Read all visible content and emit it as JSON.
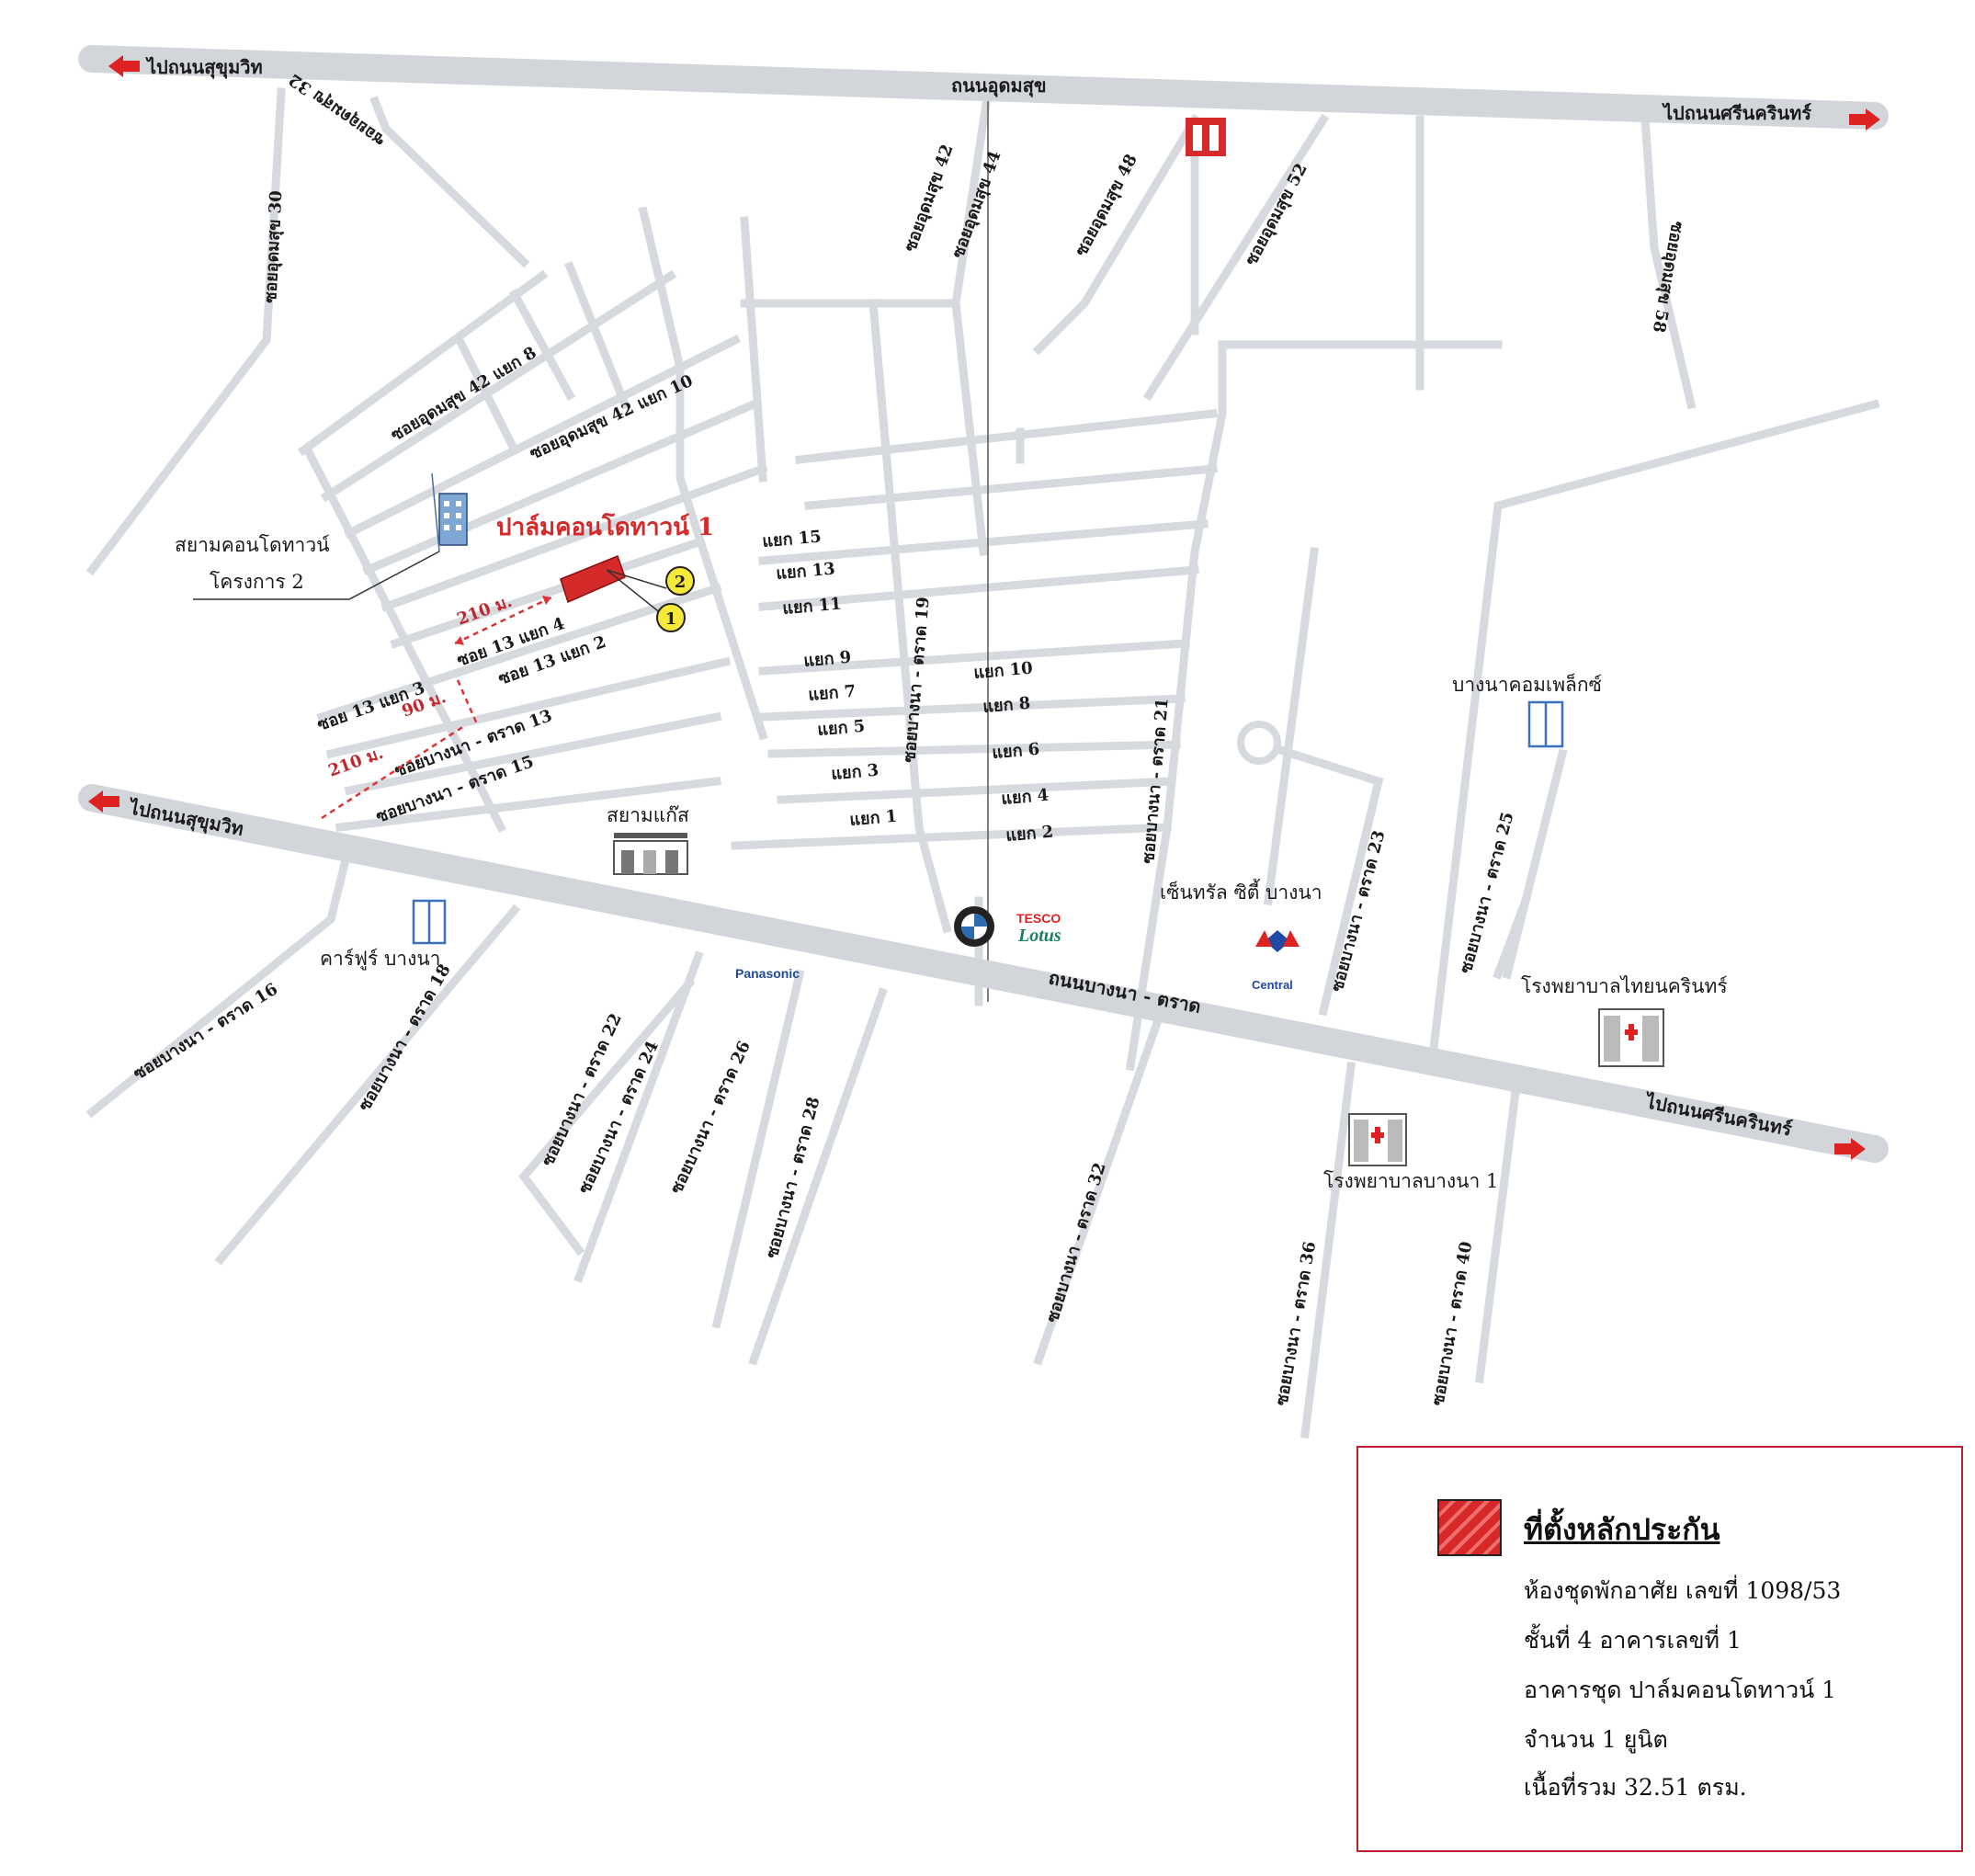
{
  "highways": {
    "top_road_name": "ถนนอุดมสุข",
    "top_left_dir": "ไปถนนสุขุมวิท",
    "top_right_dir": "ไปถนนศรีนครินทร์",
    "main_road_name": "ถนนบางนา - ตราด",
    "main_left_dir": "ไปถนนสุขุมวิท",
    "main_right_dir": "ไปถนนศรีนครินทร์"
  },
  "streets": {
    "udomsuk30": "ซอยอุดมสุข 30",
    "udomsuk32": "ซอยอุดมสุข 32",
    "udomsuk42": "ซอยอุดมสุข 42",
    "udomsuk44": "ซอยอุดมสุข 44",
    "udomsuk48": "ซอยอุดมสุข 48",
    "udomsuk52": "ซอยอุดมสุข 52",
    "udomsuk58": "ซอยอุดมสุข 58",
    "u42_8": "ซอยอุดมสุข 42 แยก 8",
    "u42_10": "ซอยอุดมสุข 42 แยก 10",
    "s13_4": "ซอย 13 แยก 4",
    "s13_2": "ซอย 13 แยก 2",
    "s13_3": "ซอย 13 แยก 3",
    "bt13": "ซอยบางนา - ตราด 13",
    "bt15": "ซอยบางนา - ตราด 15",
    "bt16": "ซอยบางนา - ตราด 16",
    "bt18": "ซอยบางนา - ตราด 18",
    "bt19": "ซอยบางนา - ตราด 19",
    "bt21": "ซอยบางนา - ตราด 21",
    "bt22": "ซอยบางนา - ตราด 22",
    "bt23": "ซอยบางนา - ตราด 23",
    "bt24": "ซอยบางนา - ตราด 24",
    "bt25": "ซอยบางนา - ตราด 25",
    "bt26": "ซอยบางนา - ตราด 26",
    "bt28": "ซอยบางนา - ตราด 28",
    "bt32": "ซอยบางนา - ตราด 32",
    "bt36": "ซอยบางนา - ตราด 36",
    "bt40": "ซอยบางนา - ตราด 40",
    "y15": "แยก 15",
    "y13": "แยก 13",
    "y11": "แยก 11",
    "y9": "แยก 9",
    "y7": "แยก 7",
    "y5": "แยก 5",
    "y3": "แยก 3",
    "y1": "แยก 1",
    "y10": "แยก 10",
    "y8": "แยก 8",
    "y6": "แยก 6",
    "y4": "แยก 4",
    "y2": "แยก 2"
  },
  "distances": {
    "d1": "210 ม.",
    "d2": "90 ม.",
    "d3": "210 ม."
  },
  "landmarks": {
    "property": "ปาล์มคอนโดทาวน์ 1",
    "siam_condo_l1": "สยามคอนโดทาวน์",
    "siam_condo_l2": "โครงการ 2",
    "siam_gas": "สยามแก๊ส",
    "carrefour": "คาร์ฟูร์ บางนา",
    "central": "เซ็นทรัล ซิตี้ บางนา",
    "central_logo": "Central",
    "bangna_complex": "บางนาคอมเพล็กซ์",
    "thai_nakarin": "โรงพยาบาลไทยนครินทร์",
    "bangna_hospital": "โรงพยาบาลบางนา 1",
    "panasonic": "Panasonic",
    "tesco_1": "TESCO",
    "tesco_2": "Lotus",
    "marker1": "1",
    "marker2": "2"
  },
  "legend": {
    "title": "ที่ตั้งหลักประกัน",
    "line1": "ห้องชุดพักอาศัย เลขที่ 1098/53",
    "line2": "ชั้นที่ 4  อาคารเลขที่ 1",
    "line3": "อาคารชุด ปาล์มคอนโดทาวน์ 1",
    "line4": "จำนวน 1 ยูนิต",
    "line5": "เนื้อที่รวม 32.51 ตรม."
  },
  "colors": {
    "road": "#d6d9de",
    "accent_red": "#d42a2a",
    "legend_border": "#b8202a"
  }
}
